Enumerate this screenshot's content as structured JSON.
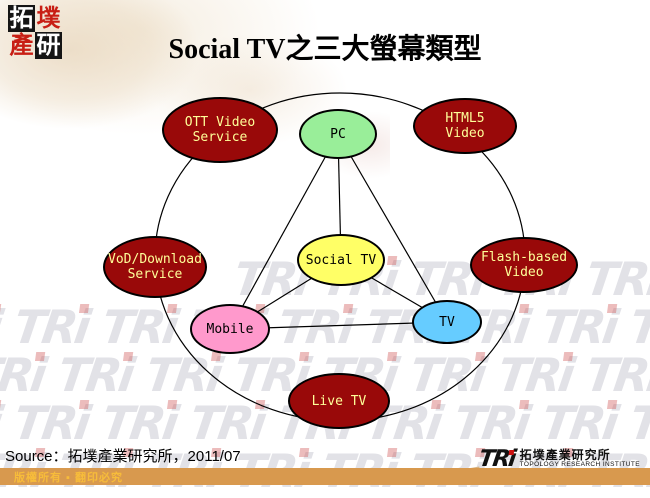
{
  "brand": {
    "corner_logo_chars": [
      "拓",
      "墣",
      "產",
      "研"
    ],
    "footer_logo": {
      "tri": "TRi",
      "cjk": "拓墣產業研究所",
      "en": "TOPOLOGY RESEARCH INSTITUTE"
    }
  },
  "title": "Social TV之三大螢幕類型",
  "watermark": {
    "text": "TRi"
  },
  "diagram": {
    "center": {
      "label": "Social TV",
      "color": "#ffff66"
    },
    "screens": [
      {
        "label": "PC",
        "color": "#99ee99"
      },
      {
        "label": "Mobile",
        "color": "#ff99cc"
      },
      {
        "label": "TV",
        "color": "#66ccff"
      }
    ],
    "services": [
      {
        "label": "OTT Video Service",
        "color": "#990909"
      },
      {
        "label": "HTML5 Video",
        "color": "#990909"
      },
      {
        "label": "VoD/Download Service",
        "color": "#990909"
      },
      {
        "label": "Flash-based Video",
        "color": "#990909"
      },
      {
        "label": "Live TV",
        "color": "#990909"
      }
    ],
    "service_text_color": "#ffff99",
    "connections": [
      "PC-Social TV",
      "PC-Mobile",
      "PC-TV",
      "Social TV-Mobile",
      "Social TV-TV",
      "Mobile-TV"
    ]
  },
  "footer": {
    "source": "Source：拓墣產業研究所，2011/07",
    "copyright": "版權所有 ▪ 翻印必究"
  }
}
